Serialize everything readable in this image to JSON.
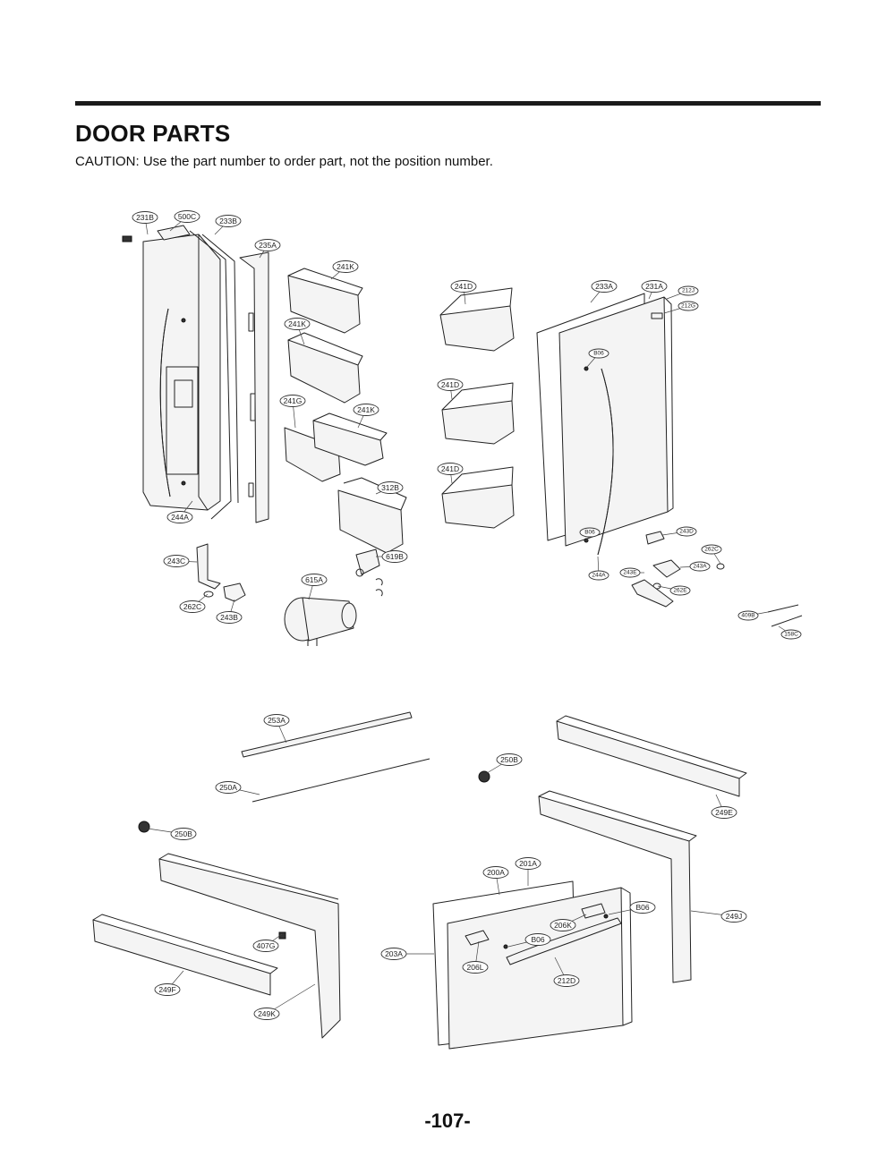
{
  "header": {
    "title": "DOOR PARTS",
    "caution": "CAUTION: Use the part number to order part, not the position number."
  },
  "footer": {
    "page_number": "-107-"
  },
  "callouts": [
    {
      "id": "231B"
    },
    {
      "id": "500C"
    },
    {
      "id": "233B"
    },
    {
      "id": "235A"
    },
    {
      "id": "241K"
    },
    {
      "id": "241K"
    },
    {
      "id": "241G"
    },
    {
      "id": "241K"
    },
    {
      "id": "312B"
    },
    {
      "id": "244A"
    },
    {
      "id": "243C"
    },
    {
      "id": "619B"
    },
    {
      "id": "615A"
    },
    {
      "id": "262C"
    },
    {
      "id": "243B"
    },
    {
      "id": "241D"
    },
    {
      "id": "241D"
    },
    {
      "id": "241D"
    },
    {
      "id": "233A"
    },
    {
      "id": "231A"
    },
    {
      "id": "212J"
    },
    {
      "id": "212G"
    },
    {
      "id": "B06"
    },
    {
      "id": "B06"
    },
    {
      "id": "243D"
    },
    {
      "id": "262C"
    },
    {
      "id": "243A"
    },
    {
      "id": "244A"
    },
    {
      "id": "243E"
    },
    {
      "id": "262E"
    },
    {
      "id": "409B"
    },
    {
      "id": "158C"
    },
    {
      "id": "253A"
    },
    {
      "id": "250A"
    },
    {
      "id": "250B"
    },
    {
      "id": "250B"
    },
    {
      "id": "249E"
    },
    {
      "id": "201A"
    },
    {
      "id": "200A"
    },
    {
      "id": "B06"
    },
    {
      "id": "249J"
    },
    {
      "id": "206K"
    },
    {
      "id": "B06"
    },
    {
      "id": "407G"
    },
    {
      "id": "203A"
    },
    {
      "id": "206L"
    },
    {
      "id": "212D"
    },
    {
      "id": "249F"
    },
    {
      "id": "249K"
    }
  ]
}
